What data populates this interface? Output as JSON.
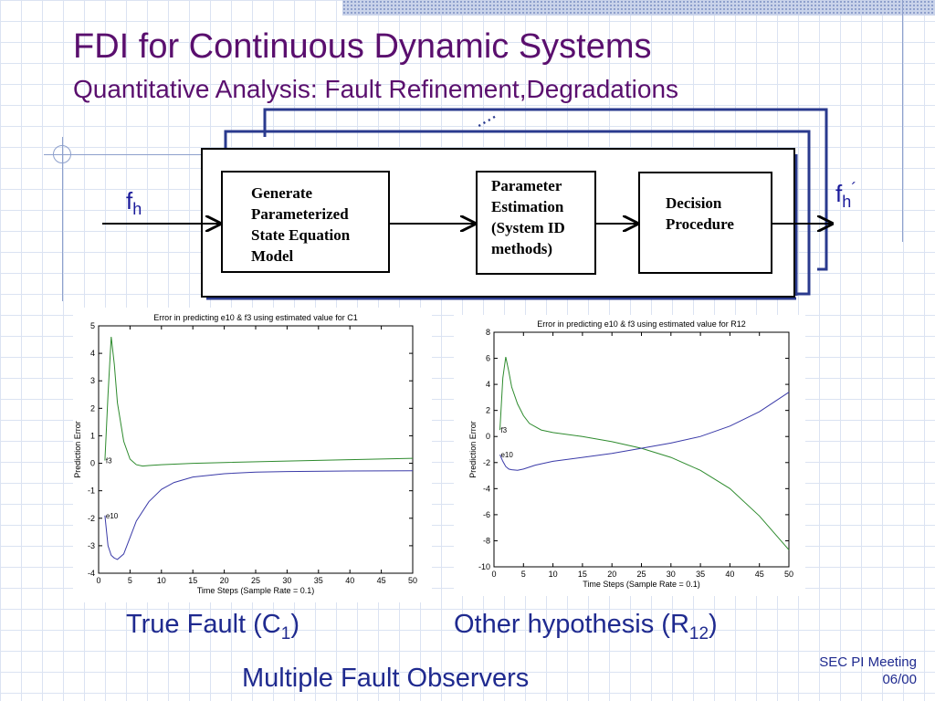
{
  "slide": {
    "title": "FDI for Continuous Dynamic Systems",
    "subtitle": "Quantitative Analysis: Fault Refinement,Degradations",
    "footer": "Multiple Fault Observers",
    "meeting_line1": "SEC PI Meeting",
    "meeting_line2": "06/00"
  },
  "diagram": {
    "input_label": "f",
    "input_sub": "h",
    "output_label": "f",
    "output_sub": "h",
    "output_prime": "´",
    "dots": "....",
    "boxes": [
      {
        "lines": [
          "Generate",
          "Parameterized",
          "State Equation",
          "Model"
        ]
      },
      {
        "lines": [
          "Parameter",
          "Estimation",
          "(System ID",
          "methods)"
        ]
      },
      {
        "lines": [
          "Decision",
          "Procedure"
        ]
      }
    ]
  },
  "captions": {
    "left": {
      "main": "True Fault (C",
      "sub": "1",
      "end": ")"
    },
    "right": {
      "main": "Other hypothesis (R",
      "sub": "12",
      "end": ")"
    }
  },
  "colors": {
    "title": "#5a0f6e",
    "text_blue": "#1f2a8f",
    "frame_blue": "#2a3a8e",
    "series_green": "#2e8b2e",
    "series_blue": "#3a3aa8"
  },
  "chart_data": [
    {
      "type": "line",
      "title": "Error in predicting e10 & f3 using estimated value for C1",
      "xlabel": "Time Steps (Sample Rate = 0.1)",
      "ylabel": "Prediction Error",
      "xlim": [
        0,
        50
      ],
      "ylim": [
        -4,
        5
      ],
      "xticks": [
        0,
        5,
        10,
        15,
        20,
        25,
        30,
        35,
        40,
        45,
        50
      ],
      "yticks": [
        -4,
        -3,
        -2,
        -1,
        0,
        1,
        2,
        3,
        4,
        5
      ],
      "series": [
        {
          "name": "f3",
          "color": "#2e8b2e",
          "x": [
            1,
            1.5,
            2,
            2.5,
            3,
            4,
            5,
            6,
            7,
            8,
            10,
            15,
            20,
            30,
            40,
            50
          ],
          "y": [
            0.1,
            2.5,
            4.6,
            3.6,
            2.2,
            0.8,
            0.15,
            -0.05,
            -0.1,
            -0.08,
            -0.05,
            0.0,
            0.03,
            0.08,
            0.13,
            0.18
          ]
        },
        {
          "name": "e10",
          "color": "#3a3aa8",
          "x": [
            1,
            1.5,
            2,
            2.5,
            3,
            4,
            5,
            6,
            8,
            10,
            12,
            15,
            20,
            25,
            30,
            40,
            50
          ],
          "y": [
            -1.9,
            -3.0,
            -3.35,
            -3.45,
            -3.5,
            -3.3,
            -2.7,
            -2.1,
            -1.4,
            -0.95,
            -0.7,
            -0.5,
            -0.38,
            -0.32,
            -0.3,
            -0.28,
            -0.27
          ]
        }
      ]
    },
    {
      "type": "line",
      "title": "Error in predicting e10 & f3 using estimated value for R12",
      "xlabel": "Time Steps (Sample Rate = 0.1)",
      "ylabel": "Prediction Error",
      "xlim": [
        0,
        50
      ],
      "ylim": [
        -10,
        8
      ],
      "xticks": [
        0,
        5,
        10,
        15,
        20,
        25,
        30,
        35,
        40,
        45,
        50
      ],
      "yticks": [
        -10,
        -8,
        -6,
        -4,
        -2,
        0,
        2,
        4,
        6,
        8
      ],
      "series": [
        {
          "name": "f3",
          "color": "#2e8b2e",
          "x": [
            1,
            1.5,
            2,
            2.5,
            3,
            4,
            5,
            6,
            8,
            10,
            15,
            20,
            25,
            30,
            35,
            40,
            45,
            50
          ],
          "y": [
            0.5,
            4.5,
            6.1,
            5.0,
            3.8,
            2.5,
            1.6,
            1.0,
            0.5,
            0.3,
            0.0,
            -0.4,
            -0.9,
            -1.6,
            -2.6,
            -4.0,
            -6.1,
            -8.7
          ]
        },
        {
          "name": "e10",
          "color": "#3a3aa8",
          "x": [
            1,
            1.5,
            2,
            2.5,
            3,
            4,
            5,
            7,
            10,
            15,
            20,
            25,
            30,
            35,
            40,
            45,
            50
          ],
          "y": [
            -1.4,
            -1.9,
            -2.3,
            -2.5,
            -2.55,
            -2.6,
            -2.5,
            -2.2,
            -1.9,
            -1.6,
            -1.3,
            -0.9,
            -0.5,
            0.0,
            0.8,
            1.9,
            3.4
          ]
        }
      ]
    }
  ]
}
